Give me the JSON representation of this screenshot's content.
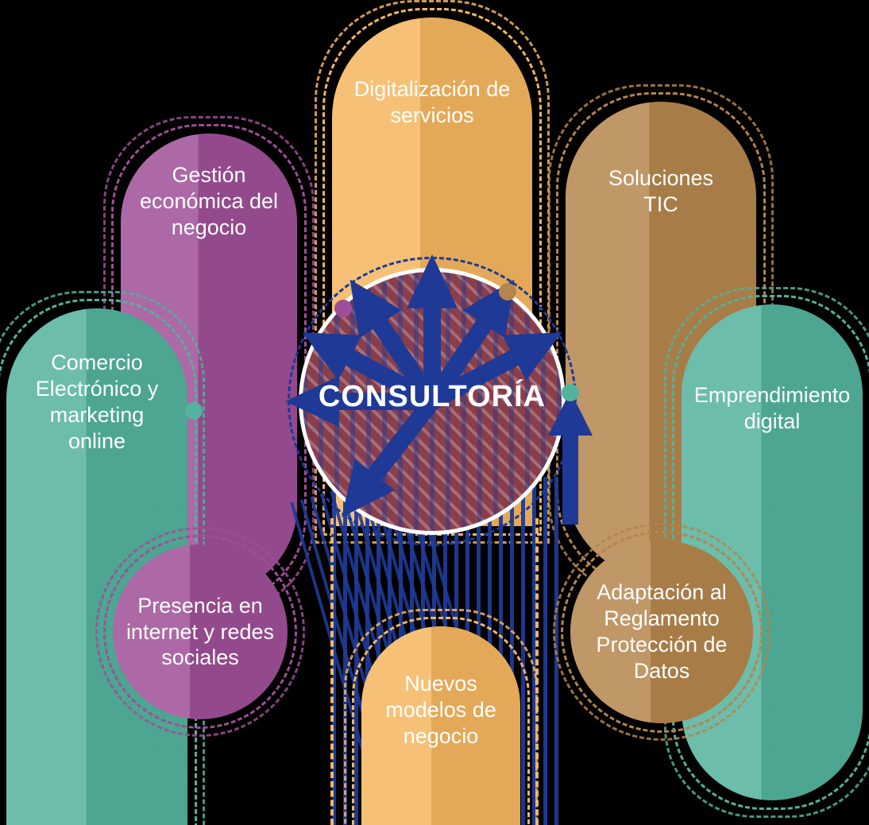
{
  "background": "#000000",
  "center": {
    "label": "CONSULTORÍA",
    "fill_color": "#8a3e4b",
    "ring_color": "#ffffff",
    "arrow_color": "#1e3a96"
  },
  "nodes": {
    "gestion": {
      "label": "Gestión económica del negocio",
      "color": "#9e4f97"
    },
    "digitalizacion": {
      "label": "Digitalización de servicios",
      "color": "#f5b65f"
    },
    "soluciones": {
      "label": "Soluciones TIC",
      "color": "#b5854c"
    },
    "comercio": {
      "label": "Comercio Electrónico y marketing online",
      "color": "#53b29c"
    },
    "emprendimiento": {
      "label": "Emprendimiento digital",
      "color": "#53b29c"
    },
    "presencia": {
      "label": "Presencia en internet y redes sociales",
      "color": "#9e4f97"
    },
    "nuevos": {
      "label": "Nuevos modelos de negocio",
      "color": "#f5b65f"
    },
    "adaptacion": {
      "label": "Adaptación al Reglamento Protección de Datos",
      "color": "#b5854c"
    }
  }
}
